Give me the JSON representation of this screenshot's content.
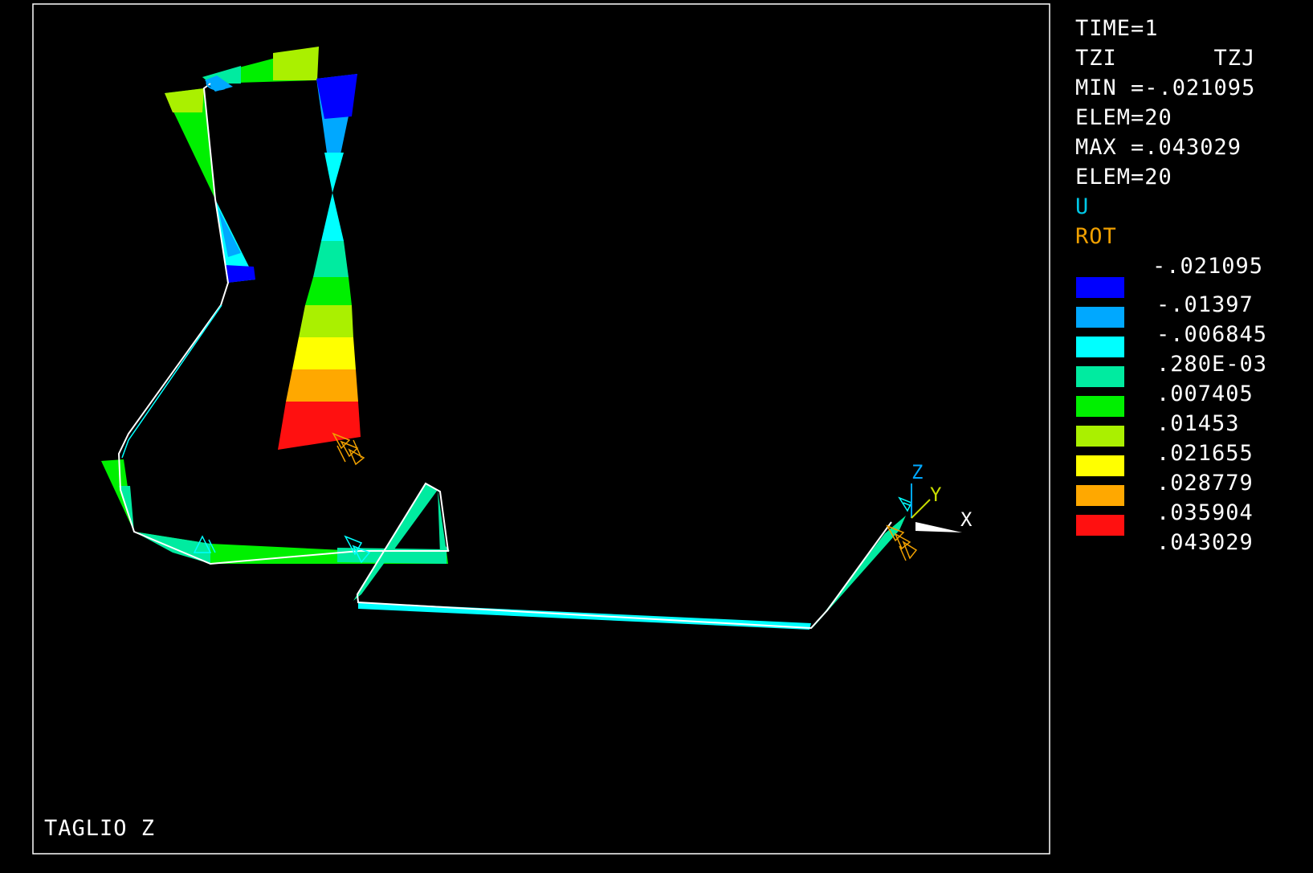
{
  "header": {
    "time": "TIME=1",
    "quantity": "TZI       TZJ",
    "min": "MIN =-.021095",
    "min_elem": "ELEM=20",
    "max": "MAX =.043029",
    "max_elem": "ELEM=20",
    "u_label": "U",
    "rot_label": "ROT"
  },
  "colors": {
    "u_label": "#00c8e6",
    "rot_label": "#f0a000",
    "frame": "#ffffff",
    "beam": "#00ffff"
  },
  "legend": {
    "top_value": "-.021095",
    "bands": [
      {
        "color": "#0000ff",
        "label": "-.01397"
      },
      {
        "color": "#00a8ff",
        "label": "-.006845"
      },
      {
        "color": "#00ffff",
        "label": ".280E-03"
      },
      {
        "color": "#00eba0",
        "label": ".007405"
      },
      {
        "color": "#00f000",
        "label": ".01453"
      },
      {
        "color": "#aaf000",
        "label": ".021655"
      },
      {
        "color": "#ffff00",
        "label": ".028779"
      },
      {
        "color": "#ffa800",
        "label": ".035904"
      },
      {
        "color": "#ff1010",
        "label": ".043029"
      }
    ]
  },
  "triad": {
    "x": "X",
    "y": "Y",
    "z": "Z"
  },
  "plot_title": "TAGLIO Z"
}
